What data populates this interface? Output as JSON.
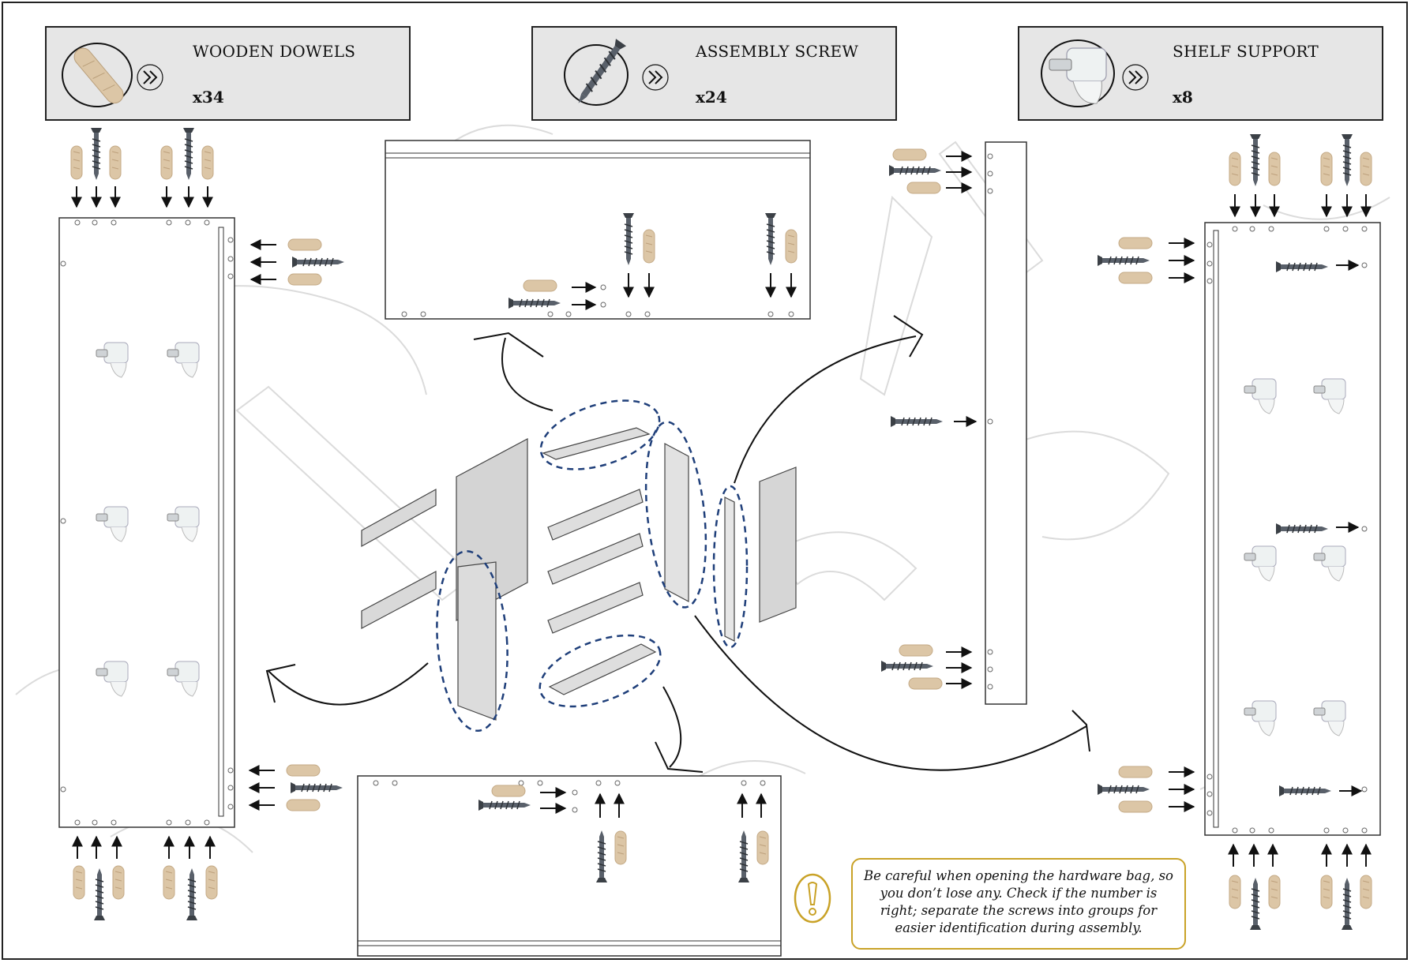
{
  "hardware": [
    {
      "name": "WOODEN DOWELS",
      "qty": "x34",
      "icon": "dowel-icon"
    },
    {
      "name": "ASSEMBLY SCREW",
      "qty": "x24",
      "icon": "screw-icon"
    },
    {
      "name": "SHELF SUPPORT",
      "qty": "x8",
      "icon": "shelf-support-icon"
    }
  ],
  "note": {
    "text": "Be careful when opening the hardware bag, so you don’t lose any. Check if the number is right; separate the screws into groups for easier identification during assembly.",
    "icon": "warning-icon",
    "border_color": "#c9a227"
  },
  "colors": {
    "highlight_dashes": "#1f3f7a",
    "dowel": "#dcc6a6",
    "screw": "#4c5258",
    "panel_fill": "#d9d9d9"
  }
}
